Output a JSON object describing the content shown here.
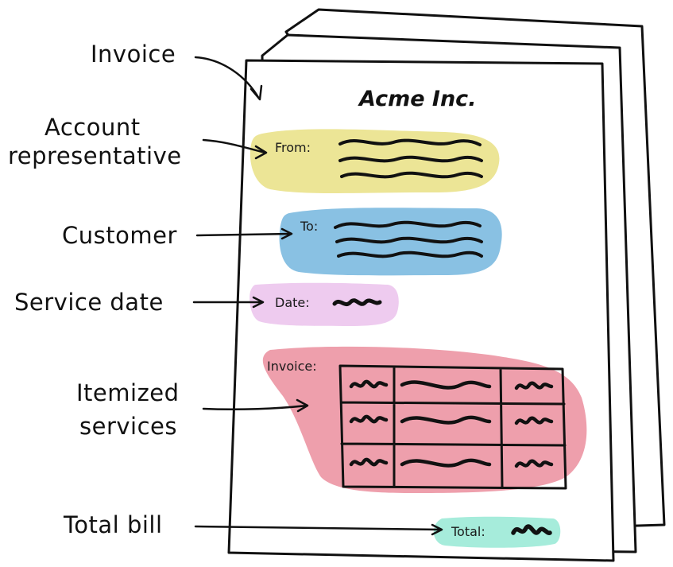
{
  "document": {
    "company": "Acme Inc.",
    "fields": {
      "from": "From:",
      "to": "To:",
      "date": "Date:",
      "invoice": "Invoice:",
      "total": "Total:"
    }
  },
  "callouts": {
    "invoice": "Invoice",
    "account_line1": "Account",
    "account_line2": "representative",
    "customer": "Customer",
    "service_date": "Service date",
    "itemized_line1": "Itemized",
    "itemized_line2": "services",
    "total_bill": "Total bill"
  },
  "colors": {
    "from_blob": "#ece596",
    "to_blob": "#89c1e3",
    "date_blob": "#eecbef",
    "invoice_blob": "#ee9fac",
    "total_blob": "#a6ecdb",
    "ink": "#111111",
    "paper": "#ffffff"
  }
}
